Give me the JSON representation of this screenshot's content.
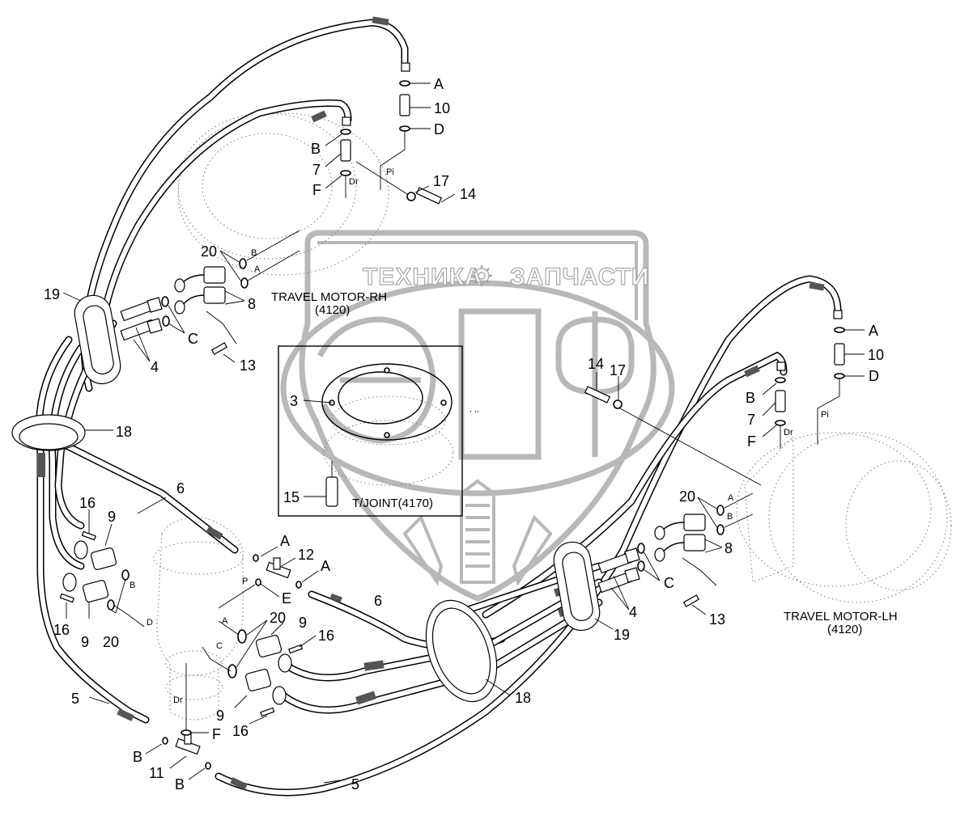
{
  "watermark": {
    "left_word": "ТЕХНИКА",
    "right_word": "ЗАПЧАСТИ",
    "big_letters": "ЭПФ",
    "color": "#b8b8b8"
  },
  "assemblies": {
    "travel_motor_rh": {
      "name": "TRAVEL MOTOR-RH",
      "code": "(4120)"
    },
    "travel_motor_lh": {
      "name": "TRAVEL MOTOR-LH",
      "code": "(4120)"
    },
    "turning_joint": {
      "name": "T/JOINT(4170)"
    }
  },
  "port_labels": {
    "pi": "Pi",
    "dr": "Dr",
    "a": "A",
    "b": "B",
    "c": "C",
    "d": "D",
    "p": "P"
  },
  "callouts": {
    "top_right_rh": {
      "a": "A",
      "ten": "10",
      "d": "D"
    },
    "top_left_rh": {
      "b": "B",
      "seven": "7",
      "f": "F"
    },
    "bolt_rh": {
      "seventeen": "17",
      "fourteen": "14"
    },
    "flange_rh": {
      "twenty": "20",
      "eight": "8",
      "c": "C",
      "thirteen": "13",
      "four": "4",
      "nineteen": "19",
      "eighteen": "18"
    },
    "inset": {
      "three": "3",
      "fifteen": "15"
    },
    "lh_top": {
      "fourteen": "14",
      "seventeen": "17",
      "a": "A",
      "ten": "10",
      "d": "D",
      "b": "B",
      "seven": "7",
      "f": "F"
    },
    "flange_lh": {
      "twenty": "20",
      "eight": "8",
      "c": "C",
      "thirteen": "13",
      "four": "4",
      "nineteen": "19",
      "eighteen": "18"
    },
    "joint_left": {
      "six_upper": "6",
      "sixteen_a": "16",
      "nine_a": "9",
      "sixteen_b": "16",
      "nine_b": "9",
      "twenty_a": "20"
    },
    "joint_center": {
      "a_left": "A",
      "twelve": "12",
      "a_right": "A",
      "e": "E",
      "six_lower": "6",
      "twenty_b": "20",
      "nine_c": "9",
      "sixteen_c": "16",
      "nine_d": "9",
      "sixteen_d": "16"
    },
    "bottom": {
      "five_left": "5",
      "f": "F",
      "b_left": "B",
      "eleven": "11",
      "b_right": "B",
      "five_right": "5"
    }
  }
}
